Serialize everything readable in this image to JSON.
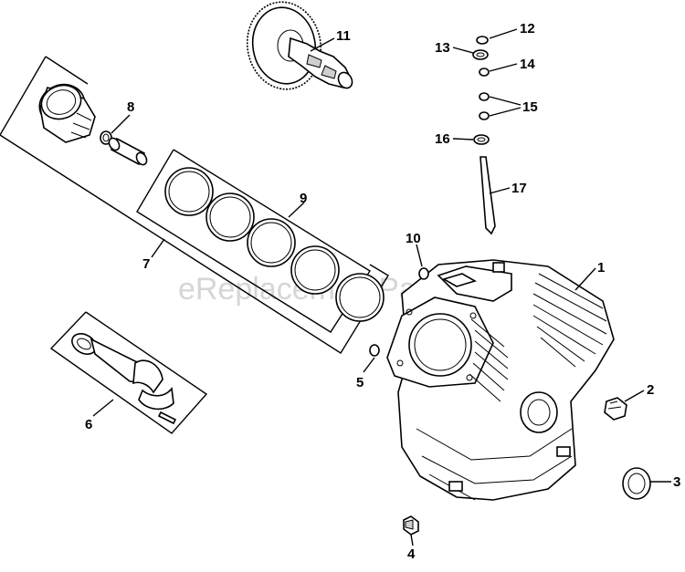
{
  "watermark": "eReplacementParts.com",
  "callouts": [
    {
      "id": "c1",
      "text": "1"
    },
    {
      "id": "c2",
      "text": "2"
    },
    {
      "id": "c3",
      "text": "3"
    },
    {
      "id": "c4",
      "text": "4"
    },
    {
      "id": "c5",
      "text": "5"
    },
    {
      "id": "c6",
      "text": "6"
    },
    {
      "id": "c7",
      "text": "7"
    },
    {
      "id": "c8",
      "text": "8"
    },
    {
      "id": "c9",
      "text": "9"
    },
    {
      "id": "c10",
      "text": "10"
    },
    {
      "id": "c11",
      "text": "11"
    },
    {
      "id": "c12",
      "text": "12"
    },
    {
      "id": "c13",
      "text": "13"
    },
    {
      "id": "c14",
      "text": "14"
    },
    {
      "id": "c15",
      "text": "15"
    },
    {
      "id": "c16",
      "text": "16"
    },
    {
      "id": "c17",
      "text": "17"
    }
  ]
}
